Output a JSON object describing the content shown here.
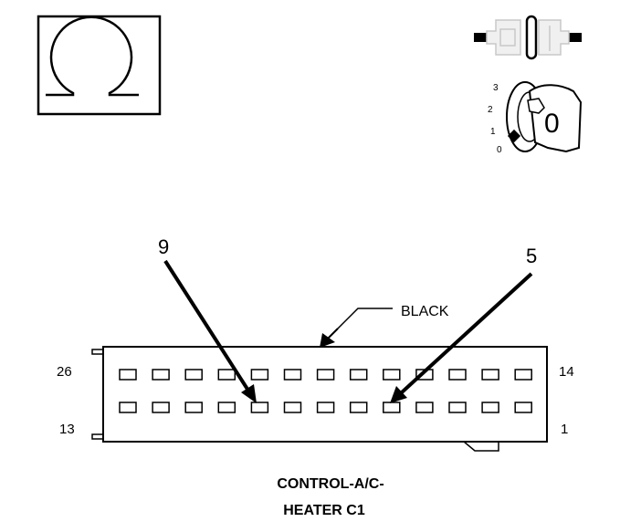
{
  "connector": {
    "color_label": "BLACK",
    "title_line1": "CONTROL-A/C-",
    "title_line2": "HEATER C1",
    "corner_labels": {
      "top_left": "26",
      "bottom_left": "13",
      "top_right": "14",
      "bottom_right": "1"
    },
    "pin_rows": 2,
    "pins_per_row": 13
  },
  "callouts": [
    {
      "label": "9"
    },
    {
      "label": "5"
    }
  ],
  "icons": {
    "meter": "ohm-meter-icon",
    "connector": "disconnected-connector-icon",
    "ignition": "ignition-key-icon"
  },
  "ignition": {
    "positions": [
      "3",
      "2",
      "1",
      "0"
    ],
    "key_label": "0"
  },
  "colors": {
    "line": "#000000",
    "background": "#ffffff"
  }
}
